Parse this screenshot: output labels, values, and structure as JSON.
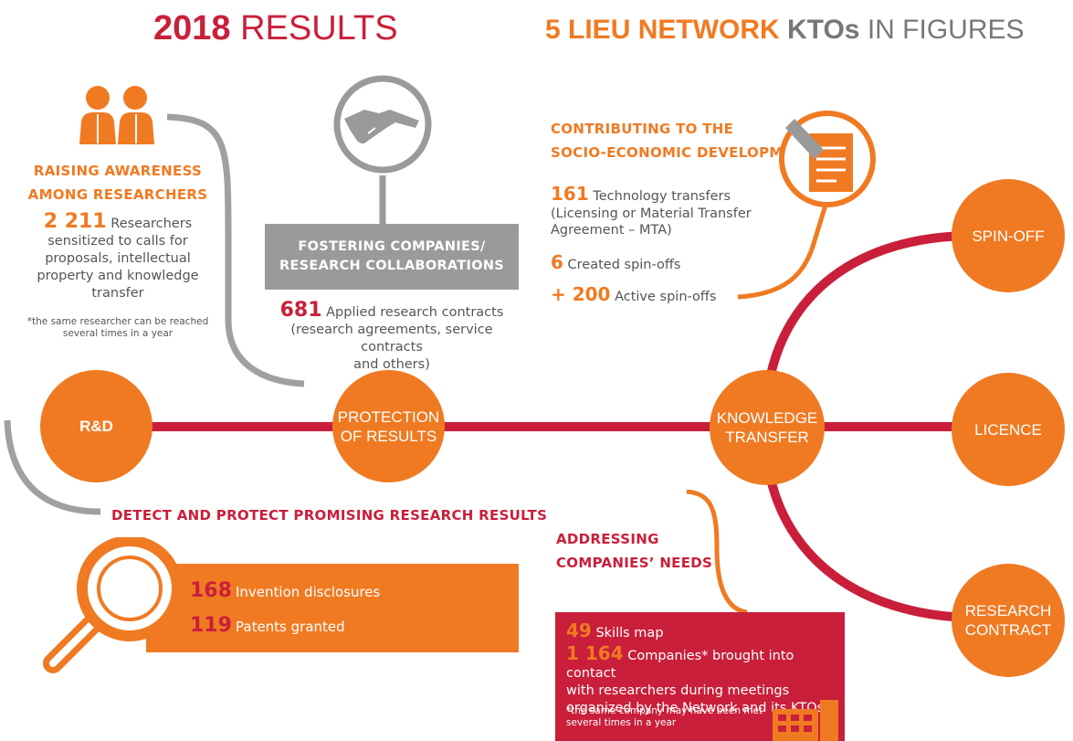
{
  "header": {
    "left_bold": "2018",
    "left_light": "RESULTS",
    "right_orange": "5 LIEU NETWORK",
    "right_bold": "KTOs",
    "right_light": "IN FIGURES"
  },
  "colors": {
    "orange": "#f07a22",
    "red": "#c91f3a",
    "grey": "#9a9a9a"
  },
  "awareness": {
    "heading_line1": "RAISING AWARENESS",
    "heading_line2": "AMONG RESEARCHERS",
    "number": "2 211",
    "text_line1": "Researchers",
    "text_line2": "sensitized to calls for",
    "text_line3": "proposals, intellectual",
    "text_line4": "property and knowledge",
    "text_line5": "transfer",
    "note_line1": "*the same researcher can be reached",
    "note_line2": "several times in a year",
    "icon": "people-icon"
  },
  "collaborations": {
    "box_line1": "FOSTERING COMPANIES/",
    "box_line2": "RESEARCH COLLABORATIONS",
    "number": "681",
    "text_line1": "Applied research contracts",
    "text_line2": "(research agreements, service contracts",
    "text_line3": "and others)",
    "icon": "handshake-icon"
  },
  "socio_economic": {
    "heading_line1": "CONTRIBUTING TO THE",
    "heading_line2": "SOCIO-ECONOMIC DEVELOPMENT",
    "tt_number": "161",
    "tt_line1": "Technology transfers",
    "tt_line2": "(Licensing or Material Transfer",
    "tt_line3": "Agreement – MTA)",
    "spin_created_number": "6",
    "spin_created_text": "Created spin-offs",
    "spin_active_number": "+ 200",
    "spin_active_text": "Active spin-offs",
    "icon": "document-icon"
  },
  "circles": {
    "rd": "R&D",
    "protection_line1": "PROTECTION",
    "protection_line2": "OF RESULTS",
    "knowledge_line1": "KNOWLEDGE",
    "knowledge_line2": "TRANSFER",
    "spinoff": "SPIN-OFF",
    "licence": "LICENCE",
    "research_line1": "RESEARCH",
    "research_line2": "CONTRACT"
  },
  "detect": {
    "heading": "DETECT AND PROTECT PROMISING RESEARCH RESULTS",
    "disclosures_number": "168",
    "disclosures_text": "Invention disclosures",
    "patents_number": "119",
    "patents_text": "Patents granted",
    "icon": "magnifier-icon"
  },
  "companies": {
    "heading_line1": "ADDRESSING",
    "heading_line2": "COMPANIES’ NEEDS",
    "skills_number": "49",
    "skills_text": "Skills map",
    "companies_number": "1 164",
    "companies_text_line1": "Companies* brought into contact",
    "companies_text_line2": "with researchers during meetings",
    "companies_text_line3": "organized by the Network and its KTOs",
    "note_line1": "*the same company may have been met",
    "note_line2": "several times in a year",
    "icon": "building-icon"
  }
}
